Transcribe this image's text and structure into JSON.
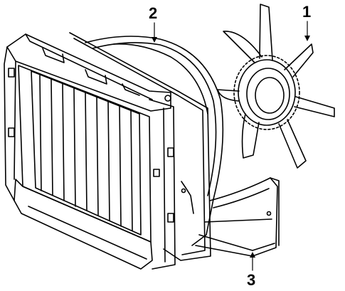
{
  "diagram": {
    "callouts": [
      {
        "id": "1",
        "text": "1",
        "part": "cooling-fan-blade"
      },
      {
        "id": "2",
        "text": "2",
        "part": "fan-shroud"
      },
      {
        "id": "3",
        "text": "3",
        "part": "lower-shroud-bracket"
      }
    ],
    "colors": {
      "line": "#000000",
      "background": "#ffffff"
    }
  }
}
